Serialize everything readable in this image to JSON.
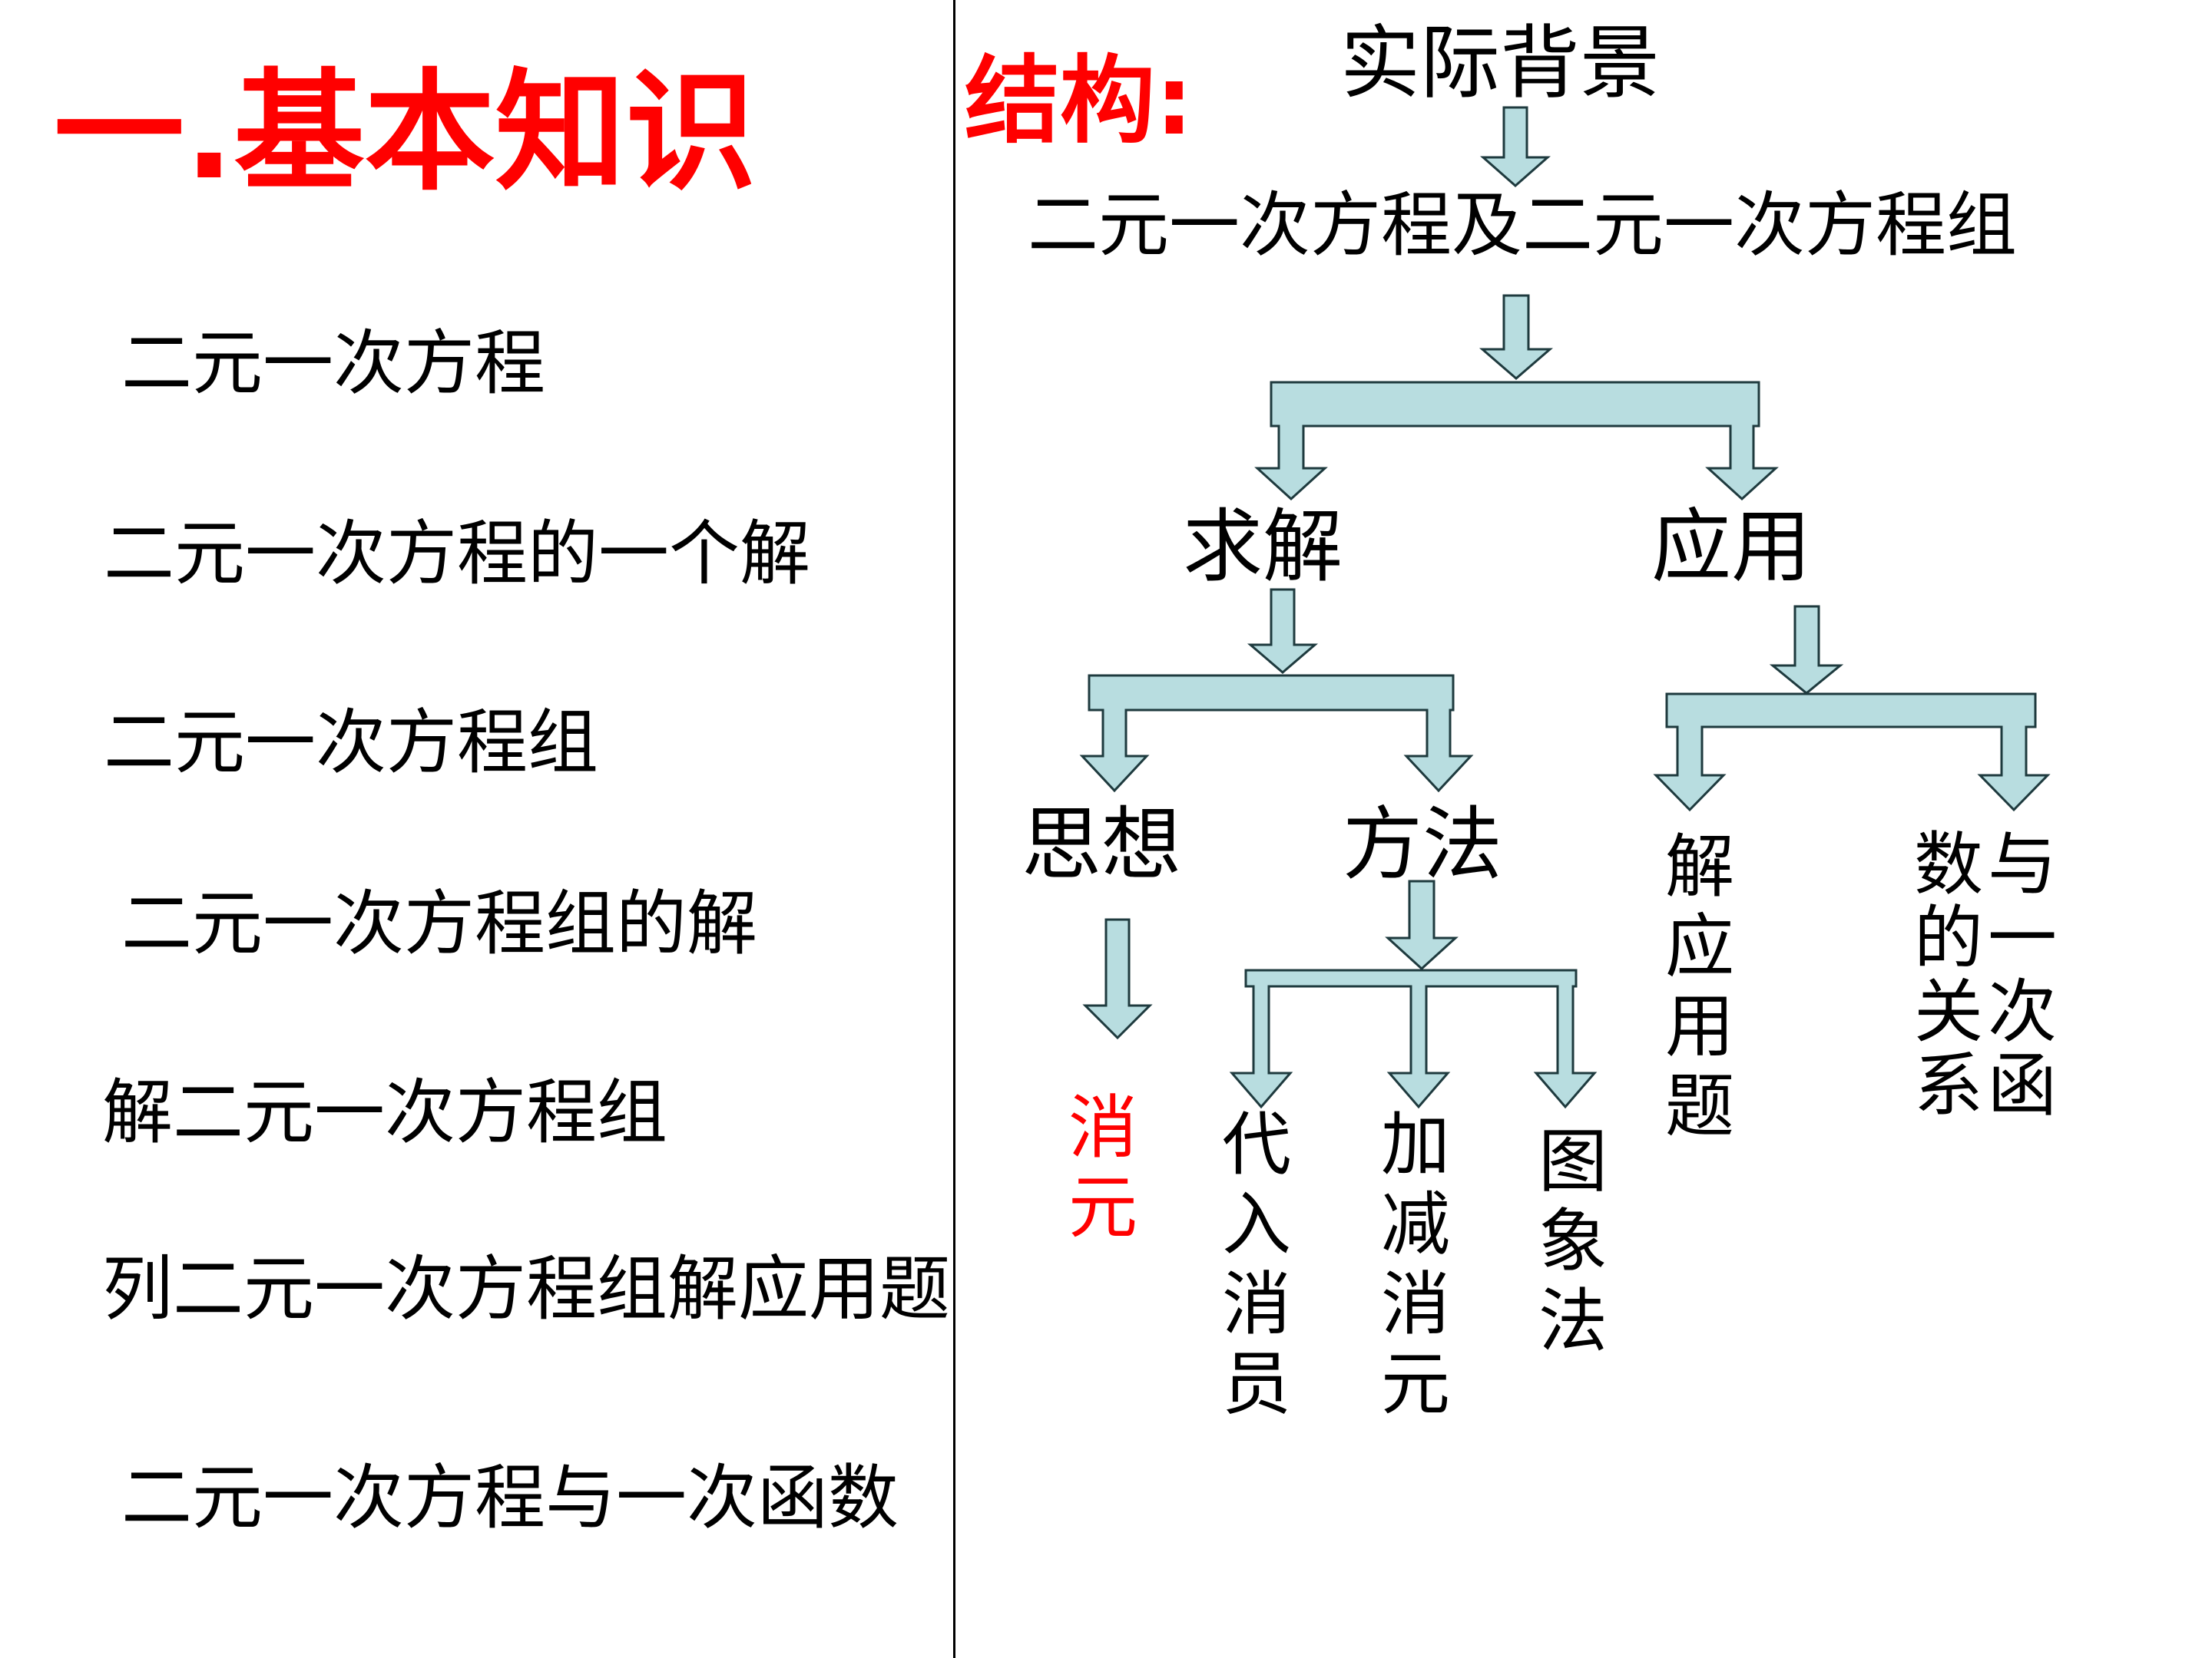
{
  "title": "一.基本知识",
  "knowledge_items": [
    "二元一次方程",
    "二元一次方程的一个解",
    "二元一次方程组",
    "二元一次方程组的解",
    "解二元一次方程组",
    "列二元一次方程组解应用题",
    "二元一次方程与一次函数"
  ],
  "structure": {
    "label": "结构:",
    "background": "实际背景",
    "topic": "二元一次方程及二元一次方程组",
    "solve": "求解",
    "apply": "应用",
    "idea": "思想",
    "method": "方法",
    "elimination": "消元",
    "substitution": "代入消员",
    "addition": "加减消元",
    "graphing": "图象法",
    "word_problems": "解应用题",
    "linear_function": "与一次函数的关系"
  },
  "colors": {
    "accent": "#ff0000",
    "arrow_fill": "#b8dde0",
    "arrow_stroke": "#1e3a3e"
  }
}
